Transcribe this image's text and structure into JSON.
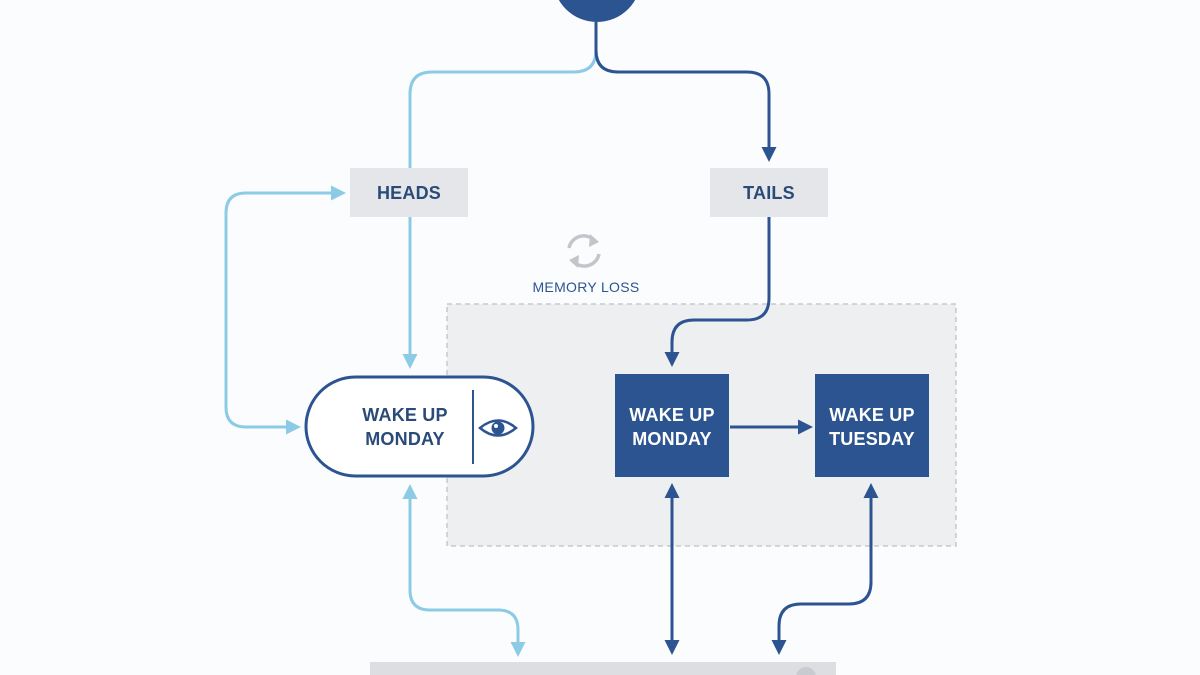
{
  "colors": {
    "dark_blue": "#2c5491",
    "light_blue": "#8ccbe6",
    "label_bg": "#e4e6ea",
    "zone_bg": "#eeeff1",
    "zone_border": "#c6c9ce",
    "text_dark": "#2a4a78",
    "refresh_icon": "#c2c5ca",
    "bottom_bar": "#dcdee2"
  },
  "nodes": {
    "heads": "HEADS",
    "tails": "TAILS",
    "heads_wake_line1": "WAKE UP",
    "heads_wake_line2": "MONDAY",
    "tails_monday_line1": "WAKE UP",
    "tails_monday_line2": "MONDAY",
    "tails_tuesday_line1": "WAKE UP",
    "tails_tuesday_line2": "TUESDAY"
  },
  "memory_loss": {
    "label": "MEMORY LOSS",
    "icon": "refresh-icon"
  },
  "icons": {
    "observe": "eye-icon",
    "coin": "coin-circle"
  }
}
